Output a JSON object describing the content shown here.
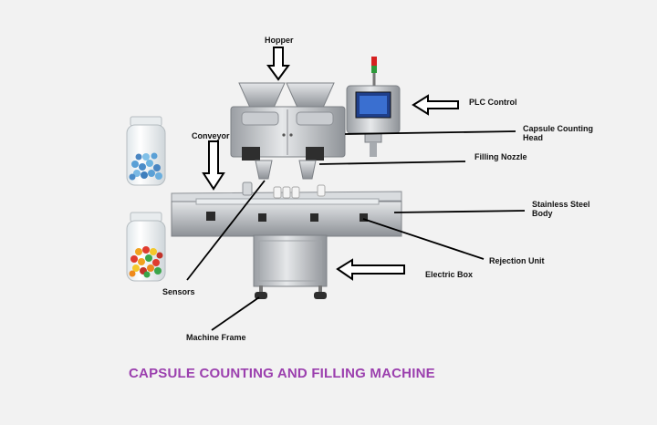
{
  "labels": {
    "hopper": "Hopper",
    "plc_control": "PLC Control",
    "capsule_counting_head": "Capsule Counting\nHead",
    "filling_nozzle": "Filling Nozzle",
    "conveyor": "Conveyor",
    "stainless_steel_body": "Stainless Steel\nBody",
    "rejection_unit": "Rejection Unit",
    "electric_box": "Electric Box",
    "sensors": "Sensors",
    "machine_frame": "Machine Frame"
  },
  "caption": "CAPSULE COUNTING AND FILLING MACHINE",
  "colors": {
    "caption": "#9b3fae",
    "background": "#f2f2f2",
    "steel": "#b9bcc0",
    "steel_dark": "#7d8186",
    "screen": "#1f3f8a",
    "signal_red": "#d62020",
    "signal_green": "#2c9a3a"
  }
}
